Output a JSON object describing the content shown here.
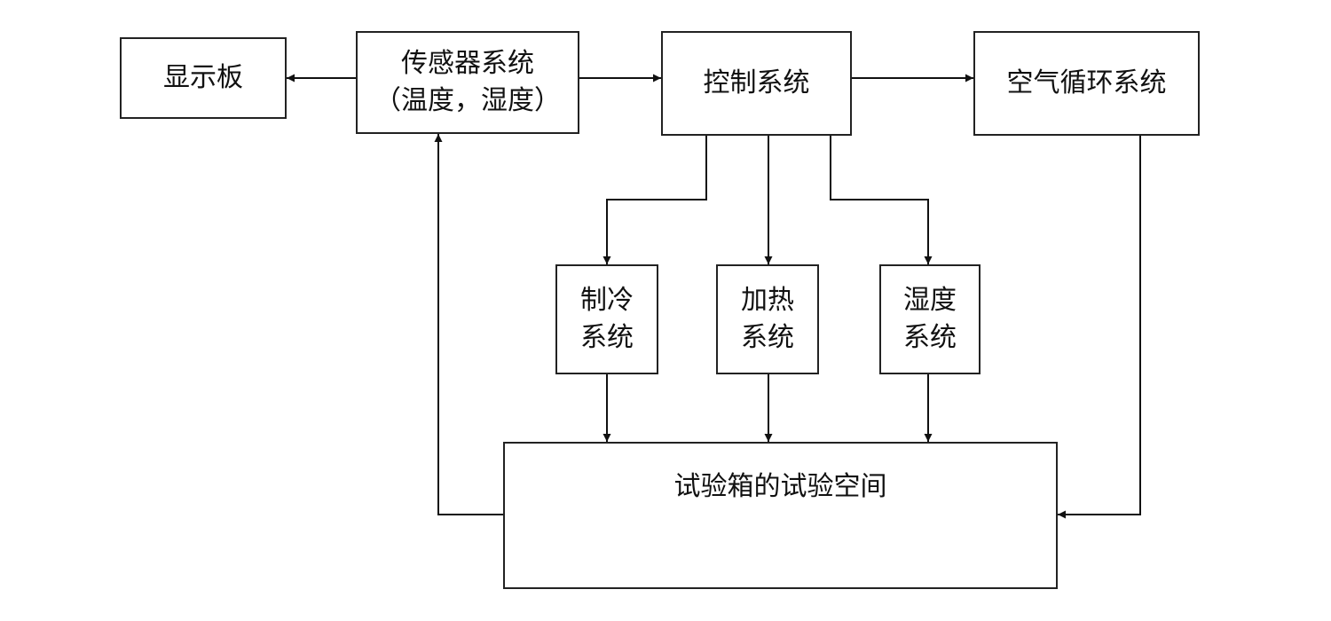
{
  "nodes": {
    "display": {
      "lines": [
        "显示板"
      ]
    },
    "sensor": {
      "lines": [
        "传感器系统",
        "（温度，湿度）"
      ]
    },
    "control": {
      "lines": [
        "控制系统"
      ]
    },
    "air": {
      "lines": [
        "空气循环系统"
      ]
    },
    "cooling": {
      "lines": [
        "制冷",
        "系统"
      ]
    },
    "heating": {
      "lines": [
        "加热",
        "系统"
      ]
    },
    "humidity": {
      "lines": [
        "湿度",
        "系统"
      ]
    },
    "chamber": {
      "lines": [
        "试验箱的试验空间"
      ]
    }
  },
  "edges": [
    {
      "from": "sensor",
      "to": "display"
    },
    {
      "from": "sensor",
      "to": "control"
    },
    {
      "from": "control",
      "to": "air"
    },
    {
      "from": "control",
      "to": "cooling"
    },
    {
      "from": "control",
      "to": "heating"
    },
    {
      "from": "control",
      "to": "humidity"
    },
    {
      "from": "cooling",
      "to": "chamber"
    },
    {
      "from": "heating",
      "to": "chamber"
    },
    {
      "from": "humidity",
      "to": "chamber"
    },
    {
      "from": "chamber",
      "to": "sensor"
    },
    {
      "from": "air",
      "to": "chamber"
    }
  ]
}
